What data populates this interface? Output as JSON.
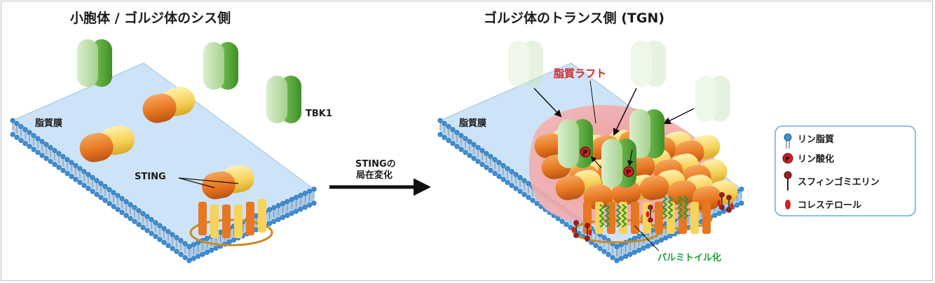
{
  "left_panel": {
    "title": "小胞体 / ゴルジ体のシス側",
    "membrane_label": "脂質膜",
    "tbk1_label": "TBK1",
    "sting_label": "STING"
  },
  "arrow": {
    "line1": "STINGの",
    "line2": "局在変化"
  },
  "right_panel": {
    "title": "ゴルジ体のトランス側 (TGN)",
    "membrane_label": "脂質膜",
    "raft_label": "脂質ラフト",
    "palmitoyl_label": "パルミトイル化",
    "phospho_symbol": "P"
  },
  "legend": {
    "items": [
      {
        "icon": "phospholipid-icon",
        "label": "リン脂質"
      },
      {
        "icon": "phosphorylation-icon",
        "label": "リン酸化"
      },
      {
        "icon": "sphingomyelin-icon",
        "label": "スフィンゴミエリン"
      },
      {
        "icon": "cholesterol-icon",
        "label": "コレステロール"
      }
    ]
  },
  "colors": {
    "membrane_fill": "#cde3f7",
    "lipid_head": "#3d8fd6",
    "sting_orange": "#e87722",
    "sting_yellow": "#f7d35a",
    "tbk1_light": "#b8dca5",
    "tbk1_dark": "#5aab3c",
    "raft": "#ef9a9a",
    "phospho": "#d42020",
    "palmitoyl": "#1c9e3a"
  }
}
